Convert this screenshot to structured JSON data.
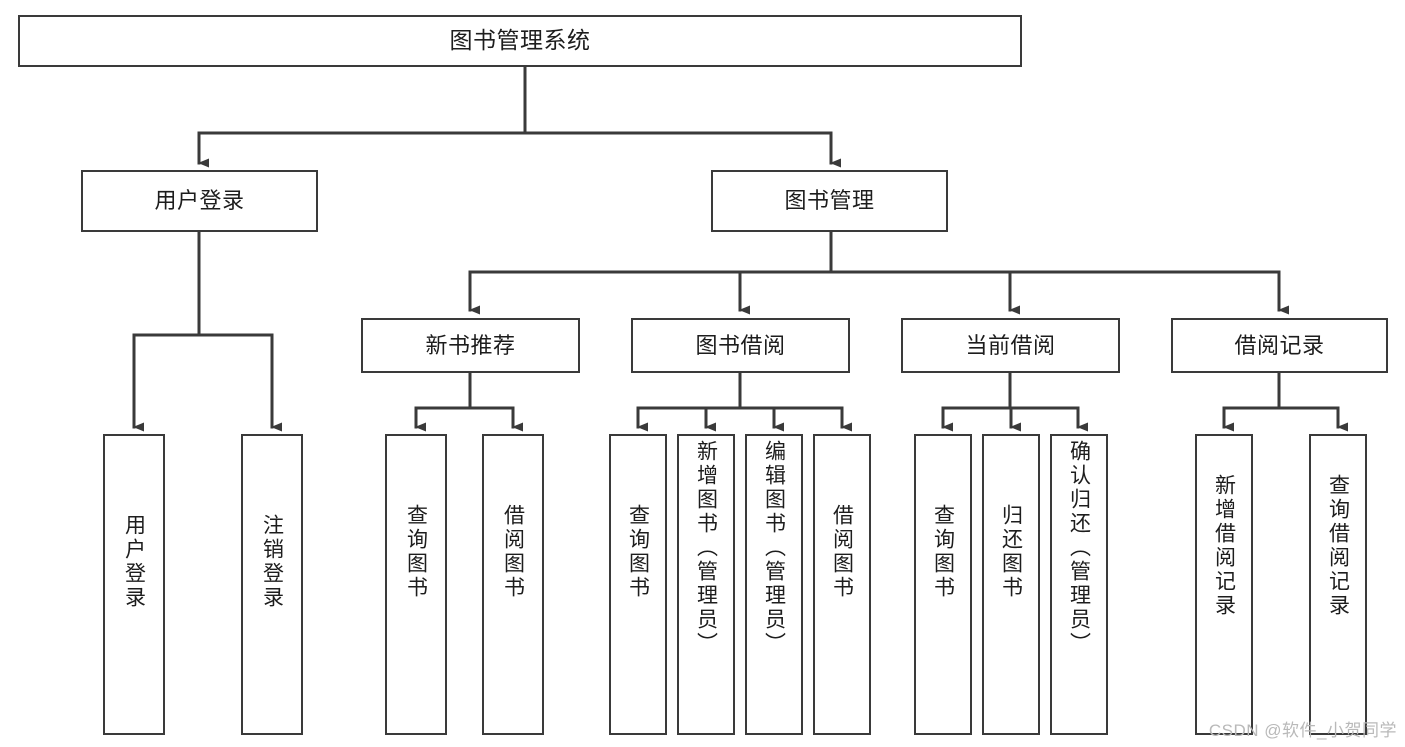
{
  "diagram": {
    "title": "图书管理系统",
    "type": "hierarchy-tree",
    "root": {
      "id": "root",
      "label": "图书管理系统"
    },
    "level2": [
      {
        "id": "user-login",
        "label": "用户登录"
      },
      {
        "id": "book-manage",
        "label": "图书管理"
      }
    ],
    "level3": [
      {
        "id": "new-book-rec",
        "label": "新书推荐",
        "parent": "book-manage"
      },
      {
        "id": "book-borrow",
        "label": "图书借阅",
        "parent": "book-manage"
      },
      {
        "id": "current-borrow",
        "label": "当前借阅",
        "parent": "book-manage"
      },
      {
        "id": "borrow-record",
        "label": "借阅记录",
        "parent": "book-manage"
      }
    ],
    "leaves": [
      {
        "id": "leaf-user-login",
        "label": "用户登录",
        "parent": "user-login"
      },
      {
        "id": "leaf-logout",
        "label": "注销登录",
        "parent": "user-login"
      },
      {
        "id": "leaf-query-book-1",
        "label": "查询图书",
        "parent": "new-book-rec"
      },
      {
        "id": "leaf-borrow-book-1",
        "label": "借阅图书",
        "parent": "new-book-rec"
      },
      {
        "id": "leaf-query-book-2",
        "label": "查询图书",
        "parent": "book-borrow"
      },
      {
        "id": "leaf-add-book",
        "label": "新增图书（管理员）",
        "parent": "book-borrow"
      },
      {
        "id": "leaf-edit-book",
        "label": "编辑图书（管理员）",
        "parent": "book-borrow"
      },
      {
        "id": "leaf-borrow-book-2",
        "label": "借阅图书",
        "parent": "book-borrow"
      },
      {
        "id": "leaf-query-book-3",
        "label": "查询图书",
        "parent": "current-borrow"
      },
      {
        "id": "leaf-return-book",
        "label": "归还图书",
        "parent": "current-borrow"
      },
      {
        "id": "leaf-confirm-return",
        "label": "确认归还（管理员）",
        "parent": "current-borrow"
      },
      {
        "id": "leaf-add-record",
        "label": "新增借阅记录",
        "parent": "borrow-record"
      },
      {
        "id": "leaf-query-record",
        "label": "查询借阅记录",
        "parent": "borrow-record"
      }
    ],
    "watermark": "CSDN @软件_小贺同学",
    "colors": {
      "stroke": "#3a3a3a",
      "background": "#ffffff",
      "text": "#1d1d1d",
      "watermark": "#b9b9b9"
    }
  }
}
